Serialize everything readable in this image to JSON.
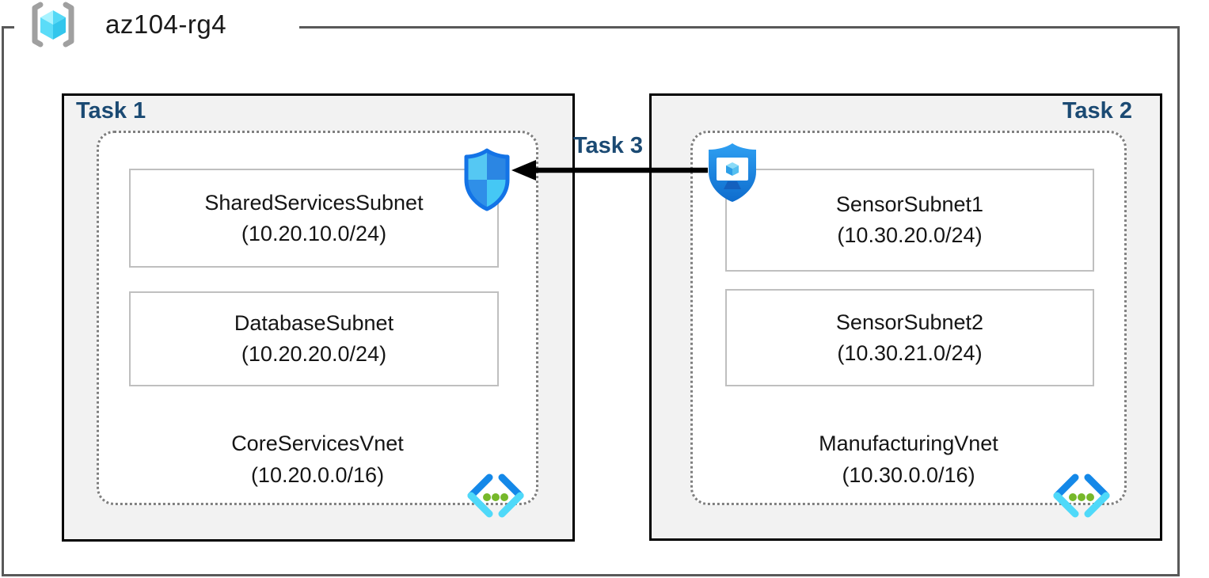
{
  "resource_group": {
    "name": "az104-rg4",
    "icon": "resource-group-icon"
  },
  "tasks": {
    "task1_label": "Task 1",
    "task2_label": "Task 2",
    "task3_label": "Task 3"
  },
  "vnet1": {
    "name": "CoreServicesVnet",
    "cidr": "(10.20.0.0/16)",
    "icon": "virtual-network-icon",
    "subnet1": {
      "name": "SharedServicesSubnet",
      "cidr": "(10.20.10.0/24)"
    },
    "subnet2": {
      "name": "DatabaseSubnet",
      "cidr": "(10.20.20.0/24)"
    }
  },
  "vnet2": {
    "name": "ManufacturingVnet",
    "cidr": "(10.30.0.0/16)",
    "icon": "virtual-network-icon",
    "subnet1": {
      "name": "SensorSubnet1",
      "cidr": "(10.30.20.0/24)"
    },
    "subnet2": {
      "name": "SensorSubnet2",
      "cidr": "(10.30.21.0/24)"
    }
  },
  "icons": {
    "left_shield": "network-security-shield-icon",
    "right_shield": "shield-monitor-icon",
    "arrow": "left-arrow"
  },
  "colors": {
    "task_label": "#1B4A73",
    "box_fill": "#F2F2F2",
    "box_border": "#000000",
    "outer_border": "#595959",
    "dashed_border": "#7F7F7F",
    "subnet_border": "#BFBFBF",
    "arrow": "#000000",
    "shield_blue_dark": "#1373E6",
    "shield_blue_light": "#55C8F3",
    "vnet_chevron_blue": "#1488E8",
    "vnet_chevron_cyan": "#4FD9F9",
    "vnet_dot_green": "#76B82A"
  }
}
